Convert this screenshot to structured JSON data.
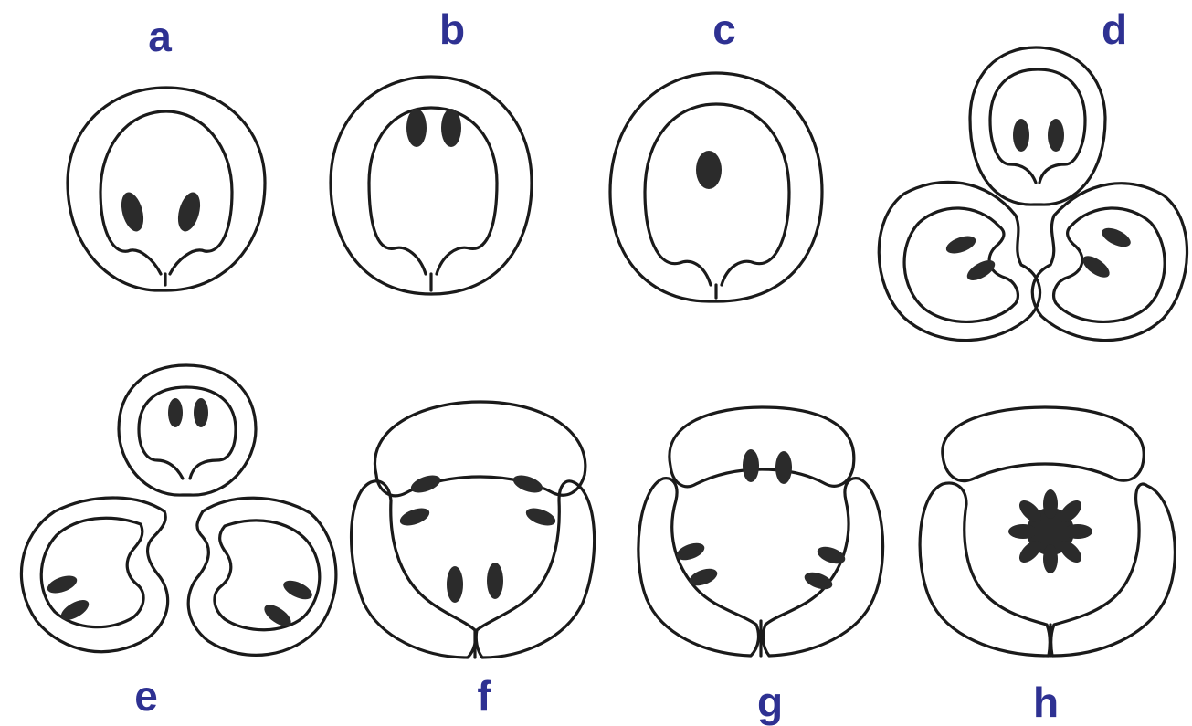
{
  "figure": {
    "labels": [
      "a",
      "b",
      "c",
      "d",
      "e",
      "f",
      "g",
      "h"
    ]
  },
  "colors": {
    "label": "#2e3192",
    "line": "#1a1a1a",
    "ovule": "#2b2b2b",
    "background": "#ffffff"
  }
}
